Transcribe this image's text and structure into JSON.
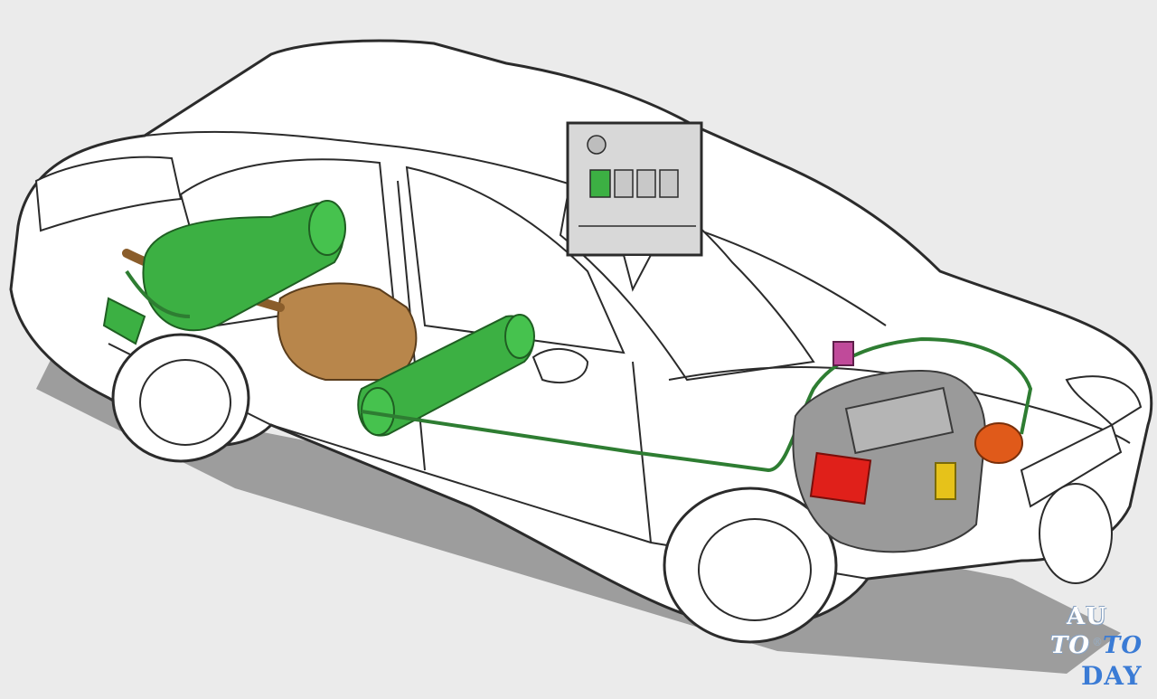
{
  "watermark": {
    "line1": "AU",
    "line2_left": "TO",
    "line2_mark": "®",
    "line2_right": "TO",
    "line3": "DAY"
  },
  "colors": {
    "background": "#ebebeb",
    "car_body": "#ffffff",
    "outline": "#2b2b2b",
    "gas_cylinders": "#3cb043",
    "gas_lines": "#2e7d32",
    "fuel_tank": "#b8864b",
    "engine": "#9a9a9a",
    "reducer": "#e05a1a",
    "ecu": "#e0201a",
    "injector_rail": "#e6c21a",
    "filter": "#c04a9a",
    "switch_led": "#3cb043"
  },
  "components": [
    "gas-cylinder-rear",
    "gas-cylinder-underbody",
    "fuel-tank",
    "gas-line",
    "filler-valve",
    "engine",
    "reducer-vaporizer",
    "ecu",
    "injector-rail",
    "gas-filter",
    "dashboard-switch"
  ]
}
